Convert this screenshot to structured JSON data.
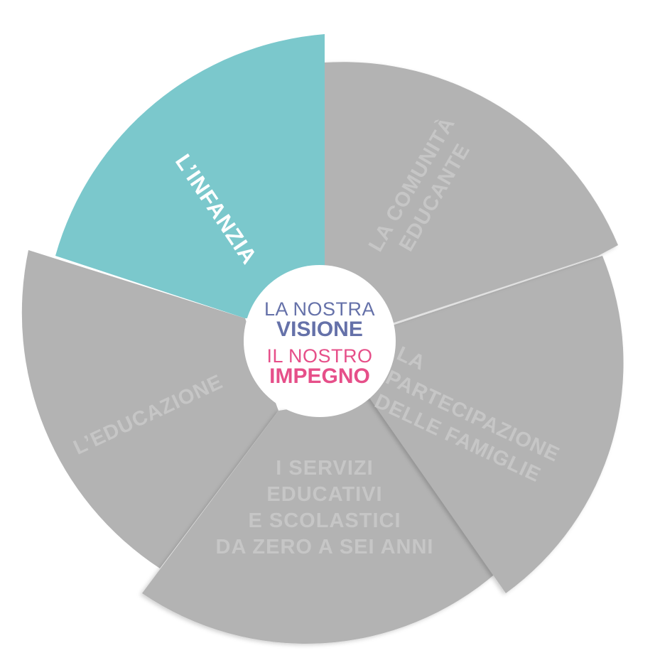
{
  "center": {
    "line1": "LA NOSTRA",
    "line2": "VISIONE",
    "line3": "IL NOSTRO",
    "line4": "IMPEGNO"
  },
  "sectors": [
    {
      "label": [
        "L’INFANZIA"
      ],
      "active": true
    },
    {
      "label": [
        "LA COMUNITÀ",
        "EDUCANTE"
      ],
      "active": false
    },
    {
      "label": [
        "LA",
        "PARTECIPAZIONE",
        "DELLE FAMIGLIE"
      ],
      "active": false
    },
    {
      "label": [
        "I SERVIZI",
        "EDUCATIVI",
        "E SCOLASTICI",
        "DA ZERO A SEI ANNI"
      ],
      "active": false
    },
    {
      "label": [
        "L’EDUCAZIONE"
      ],
      "active": false
    }
  ],
  "colors": {
    "active": "#7bc8cc",
    "inactive": "#b3b3b3",
    "label": "#c6c6c6",
    "vision": "#6571a9",
    "commitment": "#e64f89"
  }
}
